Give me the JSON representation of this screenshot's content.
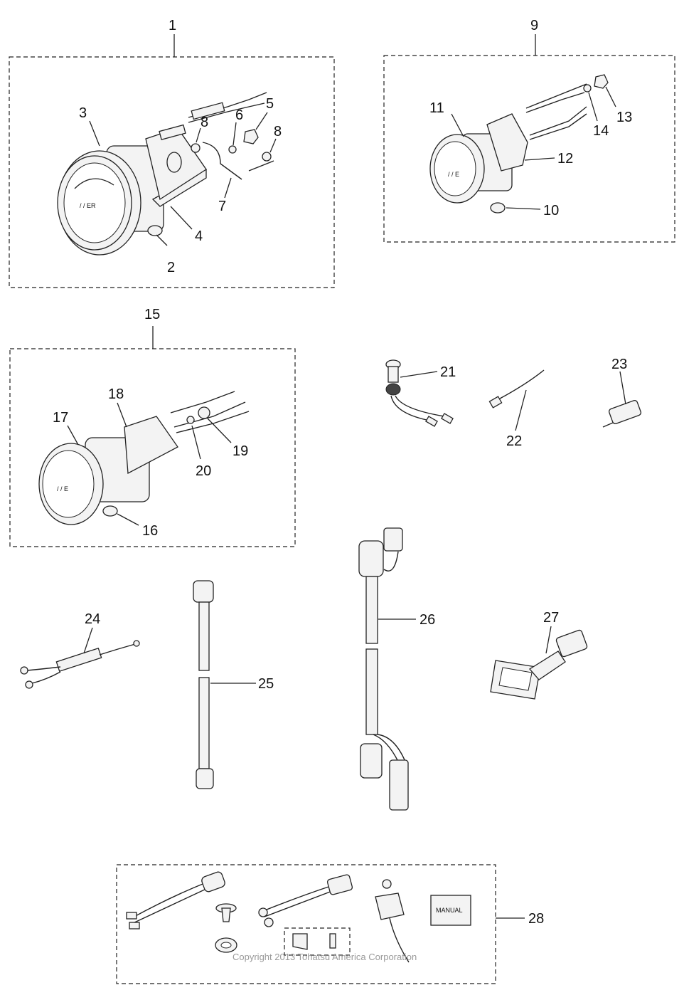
{
  "labels": {
    "c1": "1",
    "c2": "2",
    "c3": "3",
    "c4": "4",
    "c5": "5",
    "c6": "6",
    "c7": "7",
    "c8a": "8",
    "c8b": "8",
    "c9": "9",
    "c10": "10",
    "c11": "11",
    "c12": "12",
    "c13": "13",
    "c14": "14",
    "c15": "15",
    "c16": "16",
    "c17": "17",
    "c18": "18",
    "c19": "19",
    "c20": "20",
    "c21": "21",
    "c22": "22",
    "c23": "23",
    "c24": "24",
    "c25": "25",
    "c26": "26",
    "c27": "27",
    "c28": "28"
  },
  "manual_label": "MANUAL",
  "watermark": "Copyright 2013 Tohatsu America Corporation"
}
